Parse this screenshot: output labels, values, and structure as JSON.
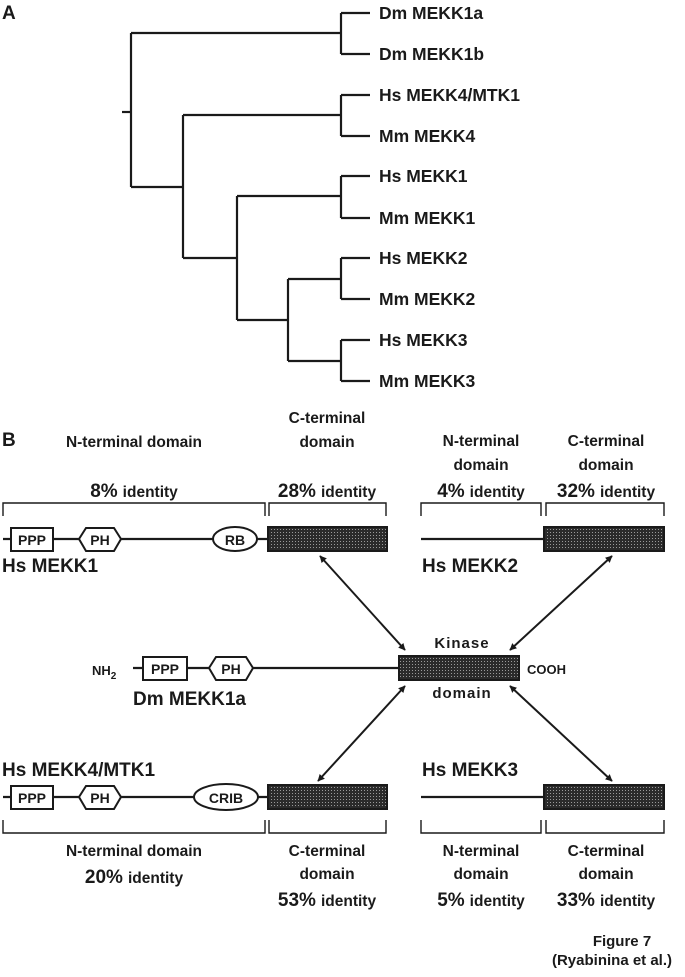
{
  "panel_a": {
    "label": "A",
    "tree": {
      "leaves": [
        "Dm MEKK1a",
        "Dm MEKK1b",
        "Hs MEKK4/MTK1",
        "Mm MEKK4",
        "Hs MEKK1",
        "Mm MEKK1",
        "Hs MEKK2",
        "Mm MEKK2",
        "Hs MEKK3",
        "Mm MEKK3"
      ],
      "newick": "((Dm MEKK1a,Dm MEKK1b),((Hs MEKK4/MTK1,Mm MEKK4),((Hs MEKK1,Mm MEKK1),((Hs MEKK2,Mm MEKK2),(Hs MEKK3,Mm MEKK3)))))"
    }
  },
  "panel_b": {
    "label": "B",
    "center": {
      "name": "Dm MEKK1a",
      "n_terminus": "NH",
      "n_terminus_sub": "2",
      "c_terminus": "COOH",
      "domains": [
        "PPP",
        "PH"
      ],
      "kinase_label_top": "Kinase",
      "kinase_label_bottom": "domain"
    },
    "proteins": [
      {
        "name": "Hs MEKK1",
        "domains": [
          "PPP",
          "PH",
          "RB"
        ],
        "n_header": "N-terminal domain",
        "n_identity_value": "8%",
        "c_header_1": "C-terminal",
        "c_header_2": "domain",
        "c_identity_value": "28%"
      },
      {
        "name": "Hs MEKK2",
        "domains": [],
        "n_header_1": "N-terminal",
        "n_header_2": "domain",
        "n_identity_value": "4%",
        "c_header_1": "C-terminal",
        "c_header_2": "domain",
        "c_identity_value": "32%"
      },
      {
        "name": "Hs MEKK4/MTK1",
        "domains": [
          "PPP",
          "PH",
          "CRIB"
        ],
        "n_header": "N-terminal domain",
        "n_identity_value": "20%",
        "c_header_1": "C-terminal",
        "c_header_2": "domain",
        "c_identity_value": "53%"
      },
      {
        "name": "Hs MEKK3",
        "domains": [],
        "n_header_1": "N-terminal",
        "n_header_2": "domain",
        "n_identity_value": "5%",
        "c_header_1": "C-terminal",
        "c_header_2": "domain",
        "c_identity_value": "33%"
      }
    ],
    "identity_word": "identity"
  },
  "caption": {
    "line1": "Figure 7",
    "line2": "(Ryabinina et al.)"
  }
}
